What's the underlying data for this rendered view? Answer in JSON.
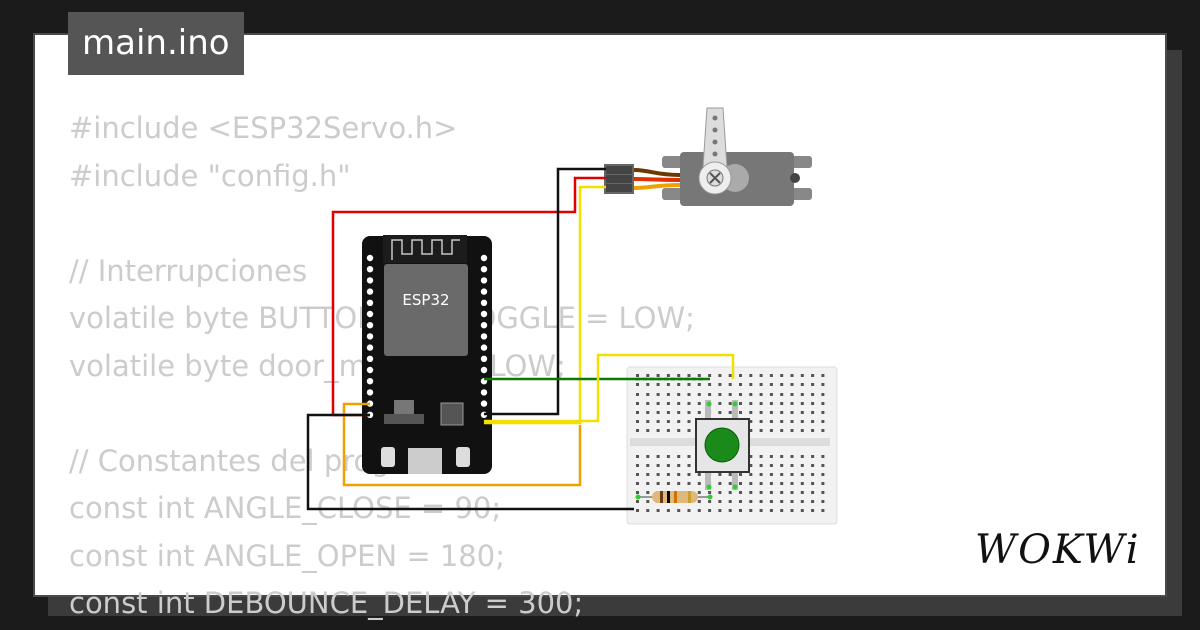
{
  "tab": {
    "title": "main.ino"
  },
  "code": {
    "lines": [
      "#include <ESP32Servo.h>",
      "#include \"config.h\"",
      "",
      "// Interrupciones",
      "volatile byte BUTTON_INT_TOGGLE = LOW;",
      "volatile byte door_moving = LOW;",
      "",
      "// Constantes del programa",
      "const int ANGLE_CLOSE = 90;",
      "const int ANGLE_OPEN = 180;",
      "const int DEBOUNCE_DELAY = 300;"
    ]
  },
  "board": {
    "label": "ESP32"
  },
  "brand": {
    "logo": "WOKWi"
  },
  "colors": {
    "wire_red": "#e00000",
    "wire_black": "#111111",
    "wire_yellow": "#f2e000",
    "wire_orange": "#f0a000",
    "wire_green": "#0a7a00",
    "button_green": "#1a8a1a"
  }
}
